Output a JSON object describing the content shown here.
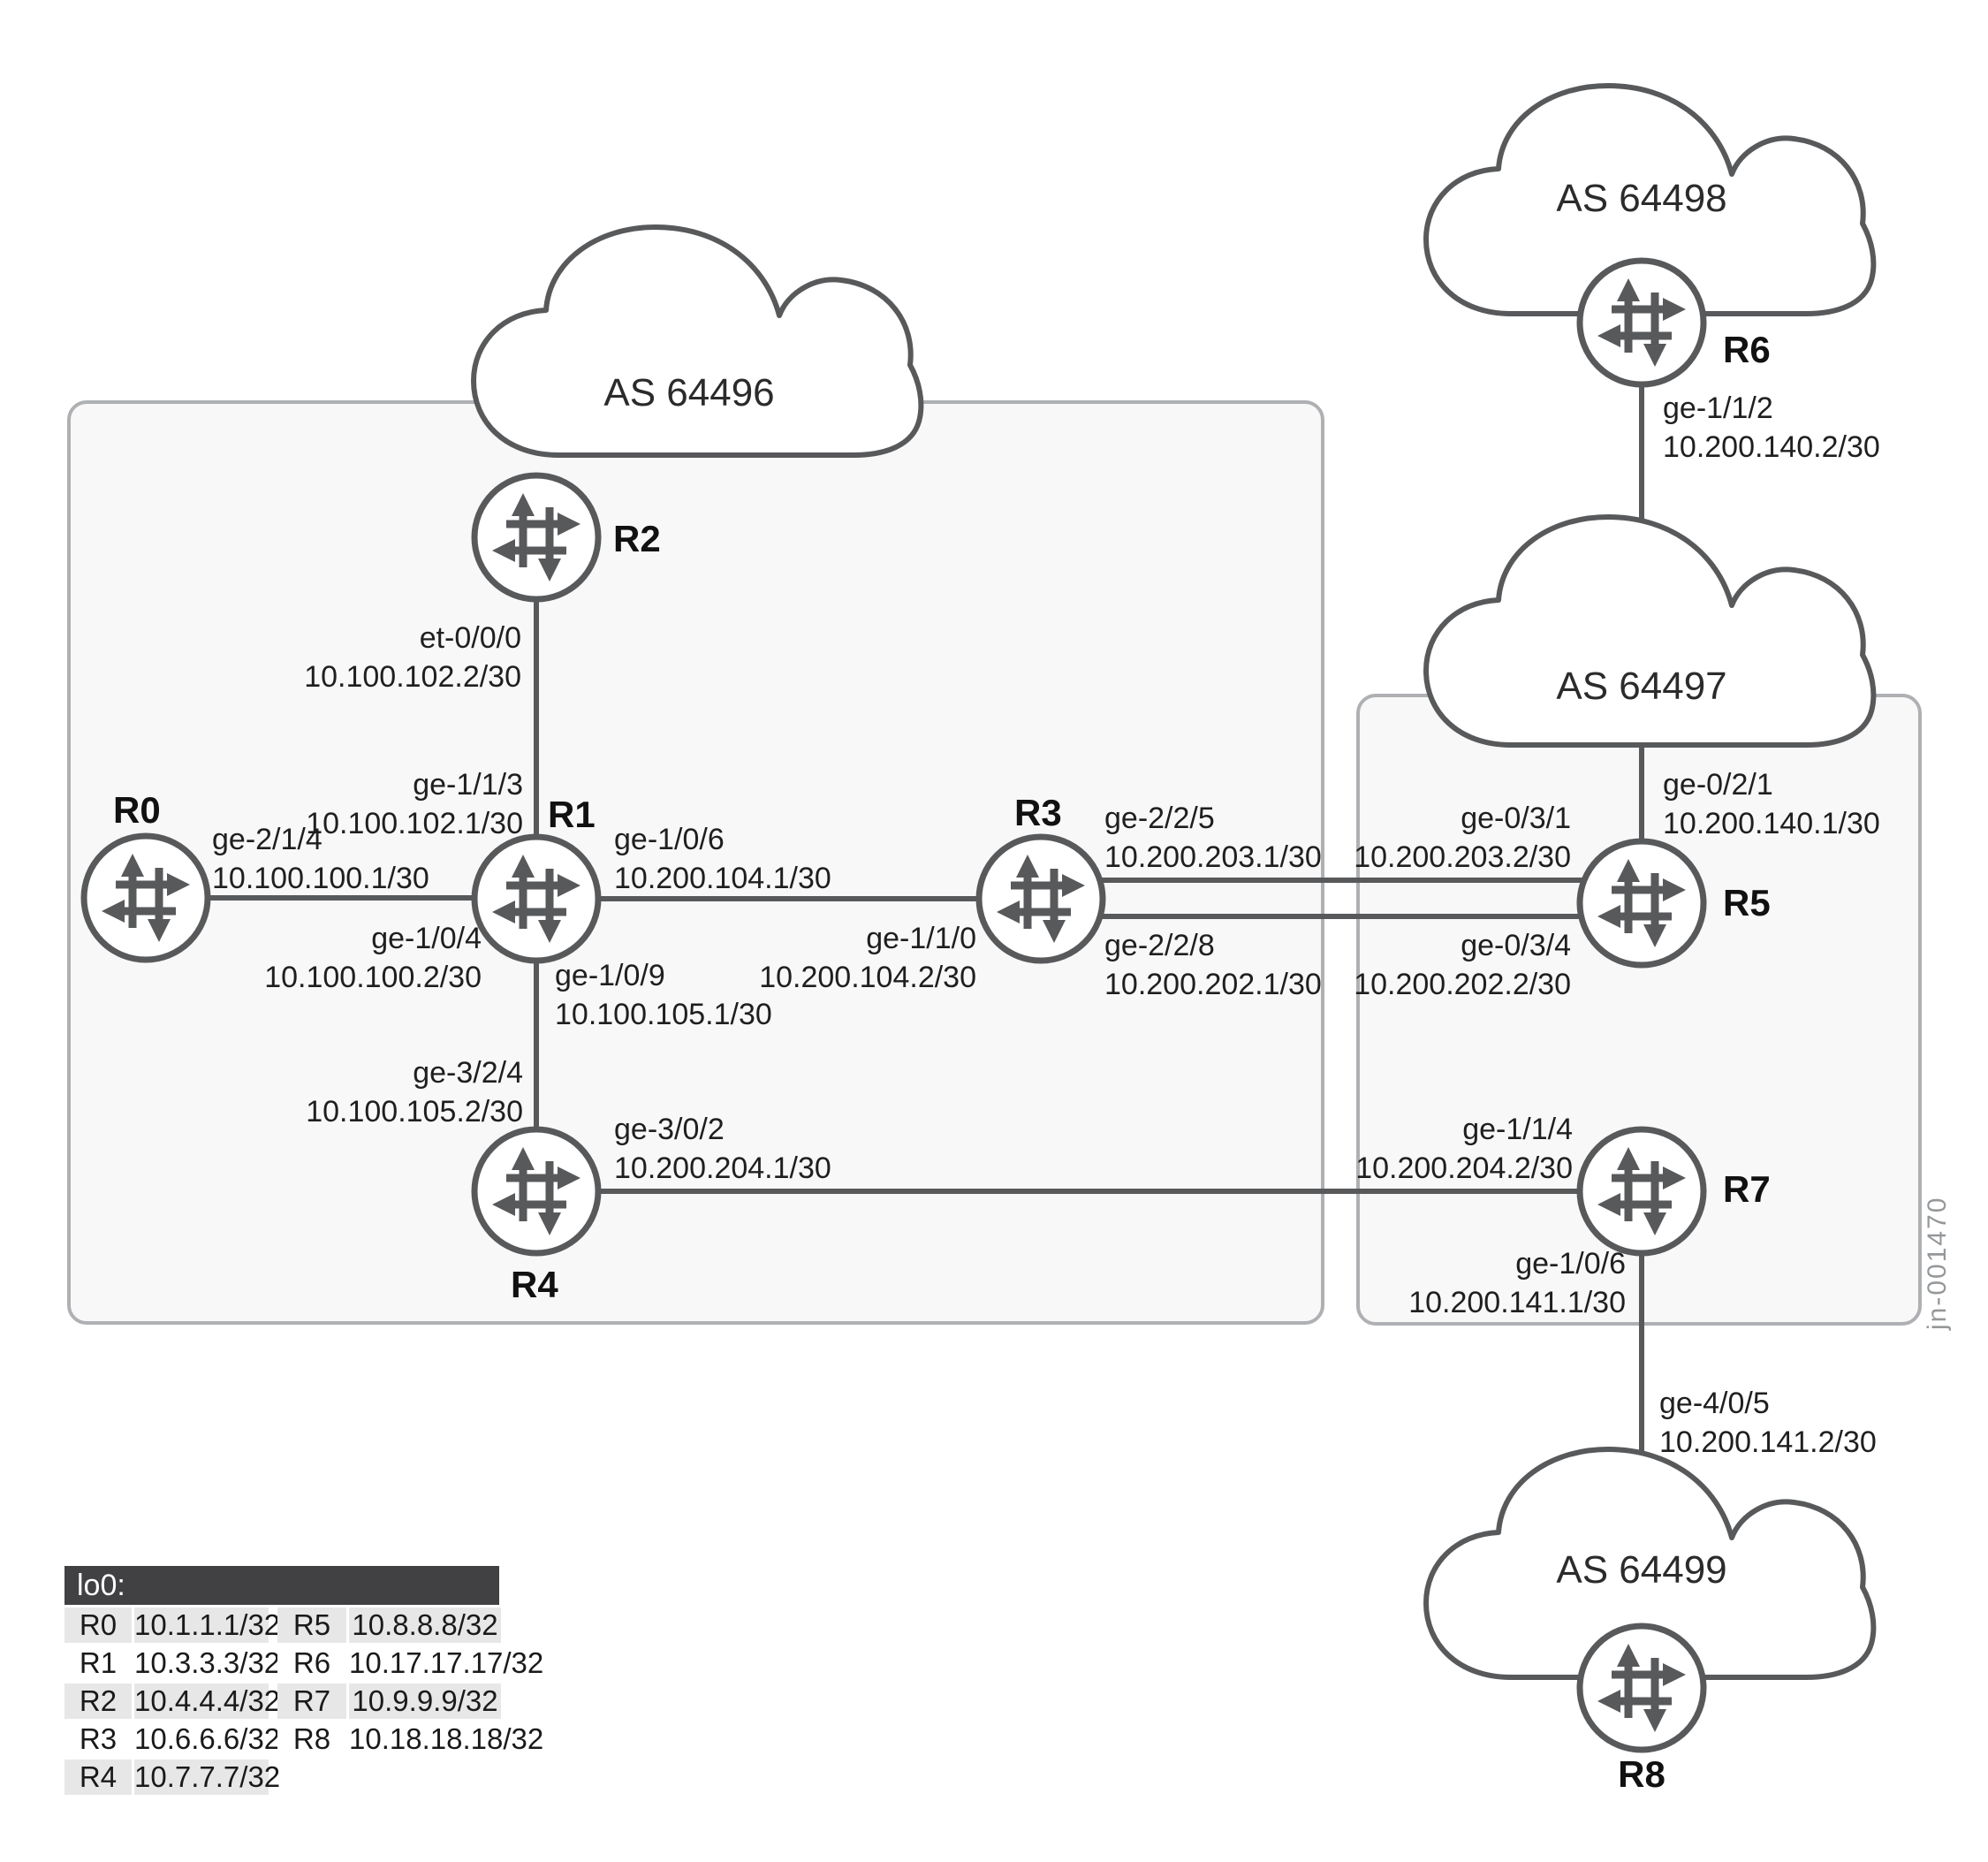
{
  "figure": {
    "id": "jn-001470"
  },
  "clouds": {
    "as64496": "AS 64496",
    "as64497": "AS 64497",
    "as64498": "AS 64498",
    "as64499": "AS 64499"
  },
  "routers": {
    "r0": "R0",
    "r1": "R1",
    "r2": "R2",
    "r3": "R3",
    "r4": "R4",
    "r5": "R5",
    "r6": "R6",
    "r7": "R7",
    "r8": "R8"
  },
  "links": {
    "r2_r1": {
      "a_if": "et-0/0/0",
      "a_ip": "10.100.102.2/30",
      "b_if": "ge-1/1/3",
      "b_ip": "10.100.102.1/30"
    },
    "r0_r1": {
      "a_if": "ge-2/1/4",
      "a_ip": "10.100.100.1/30",
      "b_if": "ge-1/0/4",
      "b_ip": "10.100.100.2/30"
    },
    "r1_r3": {
      "a_if": "ge-1/0/6",
      "a_ip": "10.200.104.1/30",
      "b_if": "ge-1/1/0",
      "b_ip": "10.200.104.2/30"
    },
    "r1_r4": {
      "a_if": "ge-1/0/9",
      "a_ip": "10.100.105.1/30",
      "b_if": "ge-3/2/4",
      "b_ip": "10.100.105.2/30"
    },
    "r3_r5_upper": {
      "a_if": "ge-2/2/5",
      "a_ip": "10.200.203.1/30",
      "b_if": "ge-0/3/1",
      "b_ip": "10.200.203.2/30"
    },
    "r3_r5_lower": {
      "a_if": "ge-2/2/8",
      "a_ip": "10.200.202.1/30",
      "b_if": "ge-0/3/4",
      "b_ip": "10.200.202.2/30"
    },
    "r4_r7": {
      "a_if": "ge-3/0/2",
      "a_ip": "10.200.204.1/30",
      "b_if": "ge-1/1/4",
      "b_ip": "10.200.204.2/30"
    },
    "r6_r5": {
      "a_if": "ge-1/1/2",
      "a_ip": "10.200.140.2/30",
      "b_if": "ge-0/2/1",
      "b_ip": "10.200.140.1/30"
    },
    "r7_r8": {
      "a_if": "ge-1/0/6",
      "a_ip": "10.200.141.1/30",
      "b_if": "ge-4/0/5",
      "b_ip": "10.200.141.2/30"
    }
  },
  "loopback_table": {
    "header": "lo0:",
    "left_rows": [
      {
        "router": "R0",
        "address": "10.1.1.1/32"
      },
      {
        "router": "R1",
        "address": "10.3.3.3/32"
      },
      {
        "router": "R2",
        "address": "10.4.4.4/32"
      },
      {
        "router": "R3",
        "address": "10.6.6.6/32"
      },
      {
        "router": "R4",
        "address": "10.7.7.7/32"
      }
    ],
    "right_rows": [
      {
        "router": "R5",
        "address": "10.8.8.8/32"
      },
      {
        "router": "R6",
        "address": "10.17.17.17/32"
      },
      {
        "router": "R7",
        "address": "10.9.9.9/32"
      },
      {
        "router": "R8",
        "address": "10.18.18.18/32"
      }
    ]
  },
  "colors": {
    "line": "#58595b",
    "box_fill": "#f8f8f8",
    "box_border": "#aeb0b3",
    "table_header_bg": "#414042",
    "table_row_shade": "#e7e7e8"
  }
}
